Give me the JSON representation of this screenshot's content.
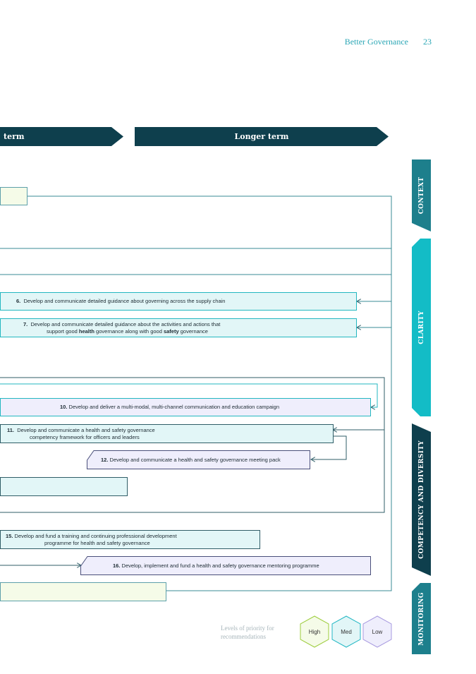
{
  "header": {
    "section": "Better Governance",
    "page": "23"
  },
  "timeline": {
    "left_label": "term",
    "right_label": "Longer  term"
  },
  "themes": {
    "context": "CONTEXT",
    "clarity": "CLARITY",
    "competency": "COMPETENCY AND DIVERSITY",
    "monitoring": "MONITORING"
  },
  "recs": {
    "r6": {
      "num": "6.",
      "text": "Develop and communicate detailed guidance about governing across the supply chain"
    },
    "r7": {
      "num": "7.",
      "line1": "Develop and communicate detailed guidance about the activities and actions that",
      "line2a": "support good ",
      "line2b": "health",
      "line2c": " governance along with good ",
      "line2d": "safety",
      "line2e": " governance"
    },
    "r10": {
      "num": "10.",
      "text": "Develop and deliver a multi-modal, multi-channel communication and education campaign"
    },
    "r11": {
      "num": "11.",
      "line1": "Develop and communicate a health and safety governance",
      "line2": "competency framework for officers and leaders"
    },
    "r12": {
      "num": "12.",
      "text": "Develop and communicate a health and safety governance meeting pack"
    },
    "r15": {
      "num": "15.",
      "line1": "Develop and fund a training and continuing professional development",
      "line2": "programme for health and safety governance"
    },
    "r16": {
      "num": "16.",
      "text": "Develop, implement and fund a health and safety governance mentoring programme"
    }
  },
  "legend": {
    "label_line1": "Levels of priority for",
    "label_line2": "recommendations",
    "high": "High",
    "med": "Med",
    "low": "Low"
  },
  "colors": {
    "dark_teal": "#0e3f4d",
    "teal": "#1d7f8c",
    "cyan": "#13bcc6",
    "high": "#9ccc3b",
    "med": "#22b7c4",
    "low": "#a99be0"
  }
}
